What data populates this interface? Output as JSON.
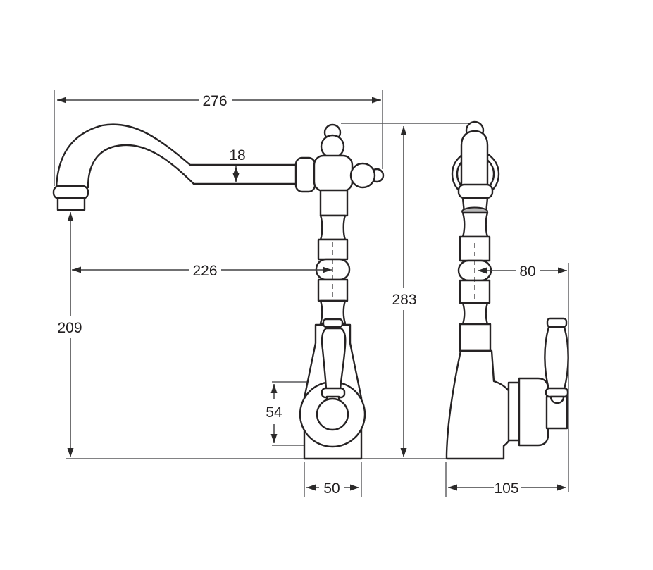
{
  "drawing": {
    "type": "technical-dimension-drawing",
    "subject": "kitchen mixer tap, side view and front view",
    "units_implied": "mm",
    "colors": {
      "outline": "#262324",
      "dimension_line": "#414042",
      "text": "#232021",
      "aerator_shade": "#b9b9b9",
      "background": "#ffffff"
    },
    "dimensions": {
      "overall_width": {
        "label": "276"
      },
      "tube_diameter": {
        "label": "18"
      },
      "spout_reach": {
        "label": "226"
      },
      "outlet_height": {
        "label": "209"
      },
      "overall_height": {
        "label": "283"
      },
      "handle_projection": {
        "label": "80"
      },
      "escutcheon_diameter": {
        "label": "54"
      },
      "base_width": {
        "label": "50"
      },
      "body_depth": {
        "label": "105"
      }
    }
  }
}
